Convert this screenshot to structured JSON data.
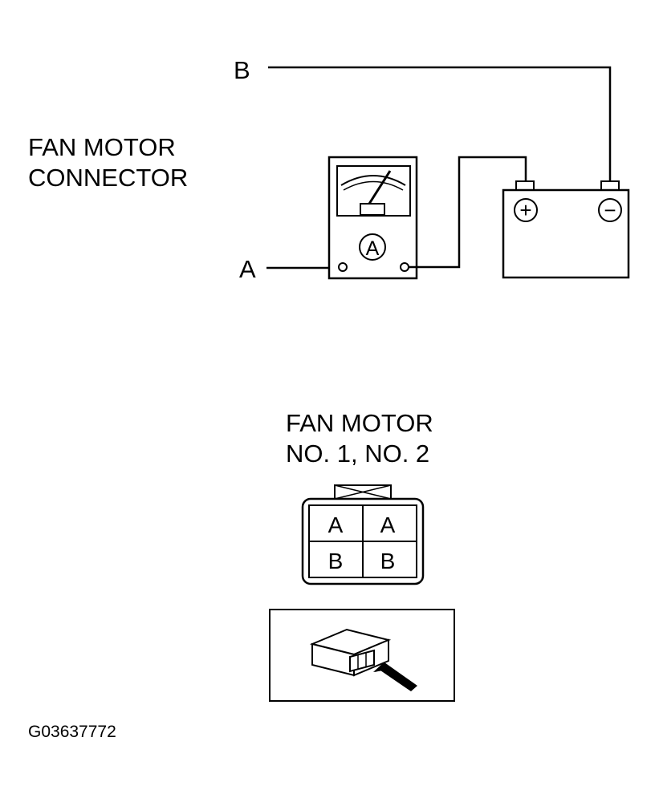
{
  "wiring": {
    "connector_label_line1": "FAN MOTOR",
    "connector_label_line2": "CONNECTOR",
    "terminal_b": "B",
    "terminal_a": "A",
    "ammeter_symbol": "A",
    "battery_plus": "+",
    "battery_minus": "−"
  },
  "connector_view": {
    "title_line1": "FAN MOTOR",
    "title_line2": "NO. 1, NO. 2",
    "pins": [
      {
        "label": "A"
      },
      {
        "label": "A"
      },
      {
        "label": "B"
      },
      {
        "label": "B"
      }
    ]
  },
  "figure_code": "G03637772"
}
